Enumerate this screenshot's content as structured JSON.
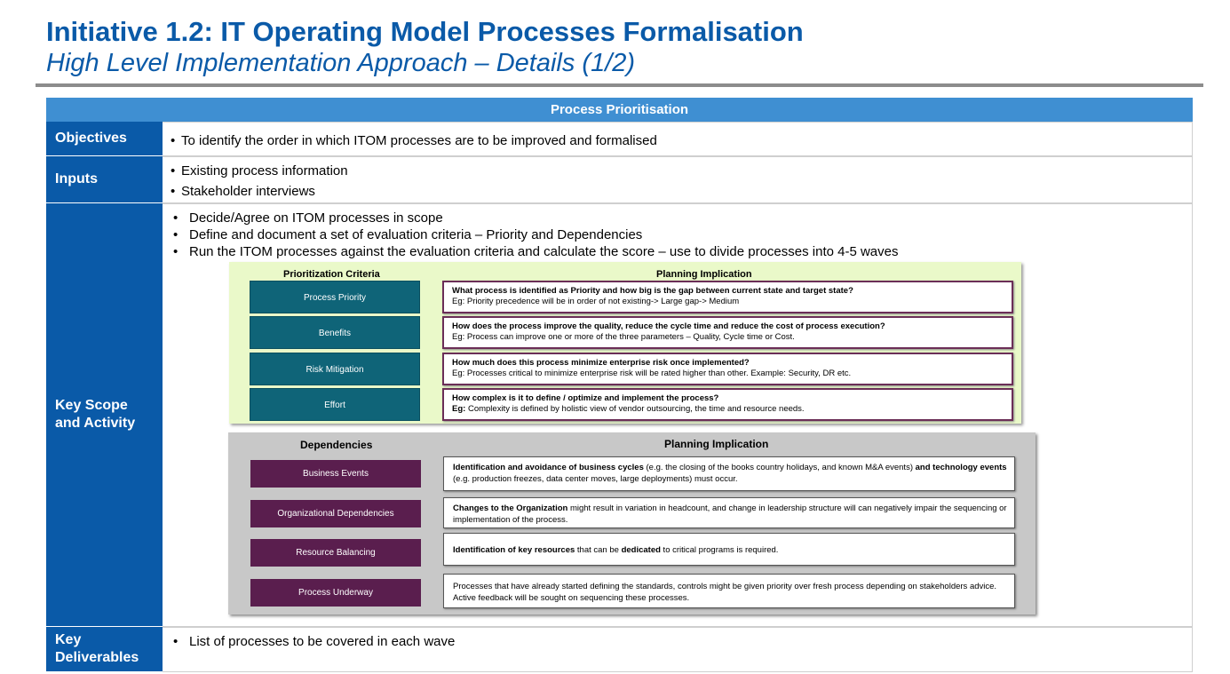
{
  "title": "Initiative 1.2: IT Operating Model Processes Formalisation",
  "subtitle": "High Level Implementation Approach – Details (1/2)",
  "table_header": "Process Prioritisation",
  "rows": {
    "objectives": {
      "label": "Objectives",
      "bullets": [
        "To identify the order in which ITOM processes are to be improved and formalised"
      ]
    },
    "inputs": {
      "label": "Inputs",
      "bullets": [
        "Existing process information",
        "Stakeholder interviews"
      ]
    },
    "scope": {
      "label": "Key Scope and Activity",
      "bullets": [
        "Decide/Agree on ITOM processes in scope",
        "Define and document a set of evaluation criteria – Priority and Dependencies",
        "Run the ITOM processes against the evaluation criteria and calculate the score – use to divide processes into 4-5 waves"
      ]
    },
    "deliverables": {
      "label": "Key Deliverables",
      "bullets": [
        "List of processes to be covered in each wave"
      ]
    }
  },
  "prioritization": {
    "criteria_header": "Prioritization Criteria",
    "implication_header": "Planning Implication",
    "items": [
      {
        "criterion": "Process Priority",
        "question": "What process is identified as Priority and how big is the gap between current state and target state?",
        "example": "Eg: Priority precedence will be in order of not existing-> Large gap-> Medium"
      },
      {
        "criterion": "Benefits",
        "question": "How does the process improve the quality, reduce the cycle time and reduce the cost of process execution?",
        "example": "Eg: Process can improve one or more of the three parameters – Quality, Cycle time or Cost."
      },
      {
        "criterion": "Risk Mitigation",
        "question": "How much does this process minimize enterprise risk once implemented?",
        "example": "Eg: Processes critical to minimize enterprise risk will be rated higher than other. Example: Security, DR etc."
      },
      {
        "criterion": "Effort",
        "question": "How complex is it to define / optimize and implement the process?",
        "example_label": "Eg:",
        "example": "Complexity is defined by holistic view of vendor outsourcing, the time and resource needs."
      }
    ]
  },
  "dependencies": {
    "dependencies_header": "Dependencies",
    "implication_header": "Planning Implication",
    "items": [
      {
        "name": "Business Events",
        "parts": [
          {
            "text": "Identification and avoidance of business cycles",
            "bold": true
          },
          {
            "text": " (e.g. the closing of the books country holidays, and known M&A events) ",
            "bold": false
          },
          {
            "text": "and technology events",
            "bold": true
          },
          {
            "text": " (e.g. production freezes, data center moves, large deployments) must occur.",
            "bold": false
          }
        ]
      },
      {
        "name": "Organizational Dependencies",
        "parts": [
          {
            "text": "Changes to the Organization",
            "bold": true
          },
          {
            "text": " might result in variation in headcount, and change in leadership structure will can negatively impair the sequencing or implementation of the process.",
            "bold": false
          }
        ]
      },
      {
        "name": "Resource Balancing",
        "parts": [
          {
            "text": "Identification of key resources",
            "bold": true
          },
          {
            "text": " that can be ",
            "bold": false
          },
          {
            "text": "dedicated",
            "bold": true
          },
          {
            "text": " to critical programs is required.",
            "bold": false
          }
        ]
      },
      {
        "name": "Process Underway",
        "parts": [
          {
            "text": "Processes that have already started defining the standards, controls might be given priority over fresh process depending on stakeholders advice. Active feedback will be sought on sequencing these processes.",
            "bold": false
          }
        ]
      }
    ]
  }
}
